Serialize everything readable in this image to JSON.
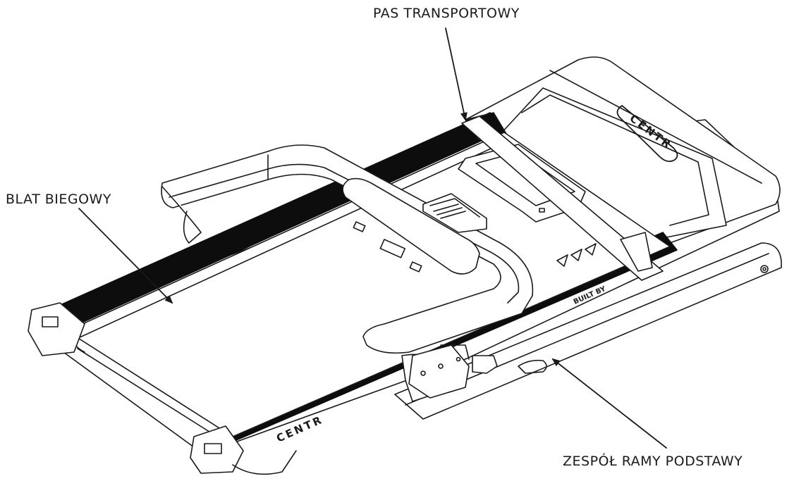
{
  "labels": {
    "transport_belt": "PAS TRANSPORTOWY",
    "running_deck": "BLAT BIEGOWY",
    "base_frame": "ZESPÓŁ RAMY PODSTAWY"
  },
  "markings": {
    "brand_hood": "CENTR",
    "brand_rail": "CENTR",
    "built_by": "BUILT BY"
  },
  "colors": {
    "line": "#1a1a1a",
    "belt": "#0d0d0d",
    "background": "#ffffff"
  },
  "icons": {
    "brand_logo": "centr-logo-icon",
    "arrow": "leader-arrow"
  }
}
